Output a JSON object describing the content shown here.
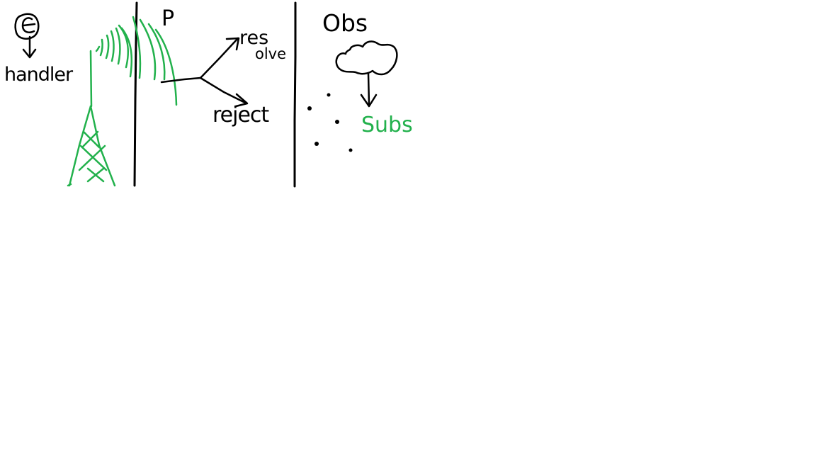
{
  "labels": {
    "handler": "handler",
    "promise": "P",
    "resolve_top": "res",
    "resolve_bottom": "olve",
    "reject": "reject",
    "observable": "Obs",
    "subscribers": "Subs"
  },
  "colors": {
    "ink": "#000000",
    "highlight": "#22b14c",
    "background": "#ffffff"
  }
}
